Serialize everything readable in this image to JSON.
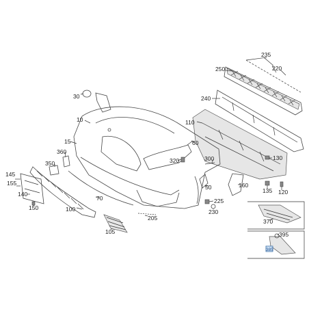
{
  "diagram": {
    "labels": {
      "l235": "235",
      "l250": "250",
      "l220": "220",
      "l30": "30",
      "l240": "240",
      "l10": "10",
      "l110": "110",
      "l60": "60",
      "l15": "15",
      "l360": "360",
      "l350": "350",
      "l320": "320",
      "l300": "300",
      "l130": "130",
      "l145": "145",
      "l155": "155",
      "l140": "140",
      "l150": "150",
      "l70": "70",
      "l50": "50",
      "l160": "160",
      "l135": "135",
      "l120": "120",
      "l225": "225",
      "l100": "100",
      "l230": "230",
      "l205": "205",
      "l105": "105",
      "l370": "370",
      "l395": "395",
      "l385": "385"
    }
  }
}
